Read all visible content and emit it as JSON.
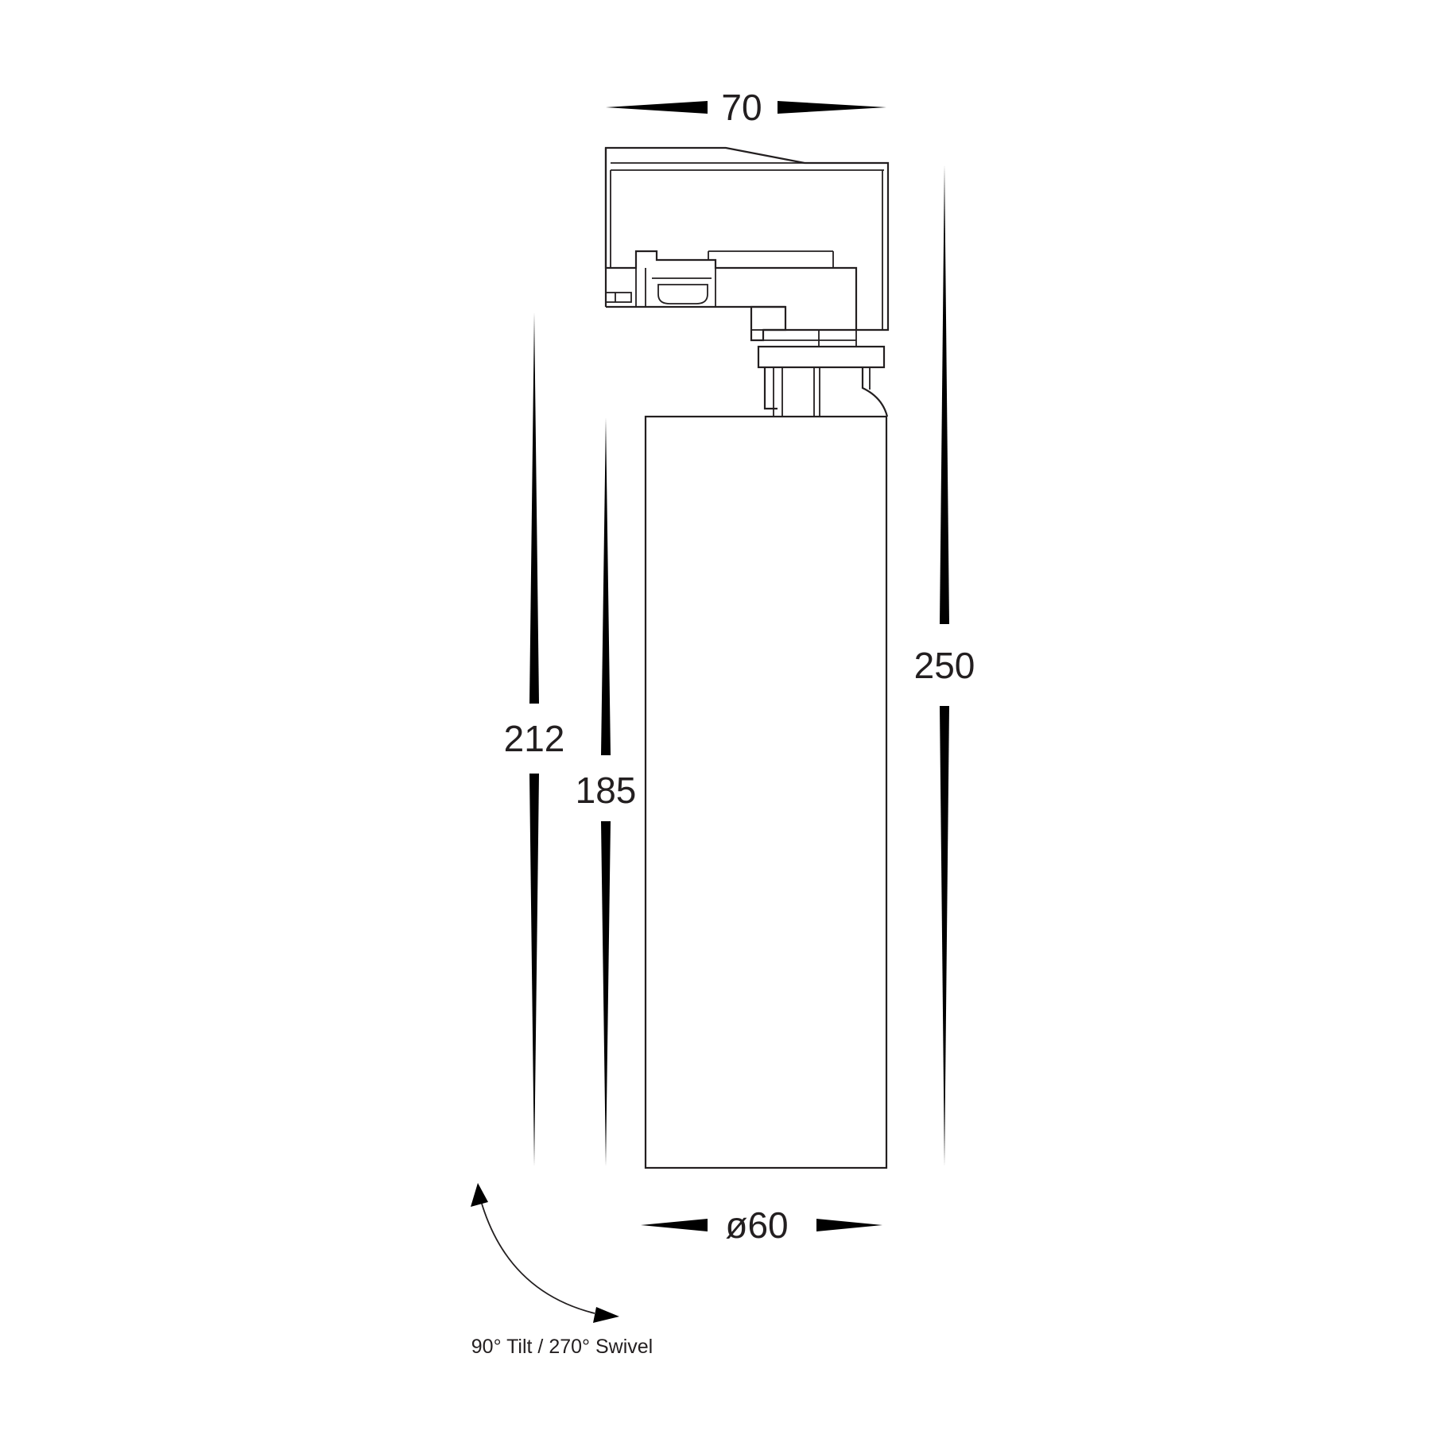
{
  "dimensions": {
    "width_top": "70",
    "height_total": "250",
    "height_212": "212",
    "height_body": "185",
    "diameter": "ø60"
  },
  "note": "90° Tilt / 270° Swivel",
  "colors": {
    "line": "#231f20",
    "arrow": "#000000",
    "background": "#ffffff"
  }
}
